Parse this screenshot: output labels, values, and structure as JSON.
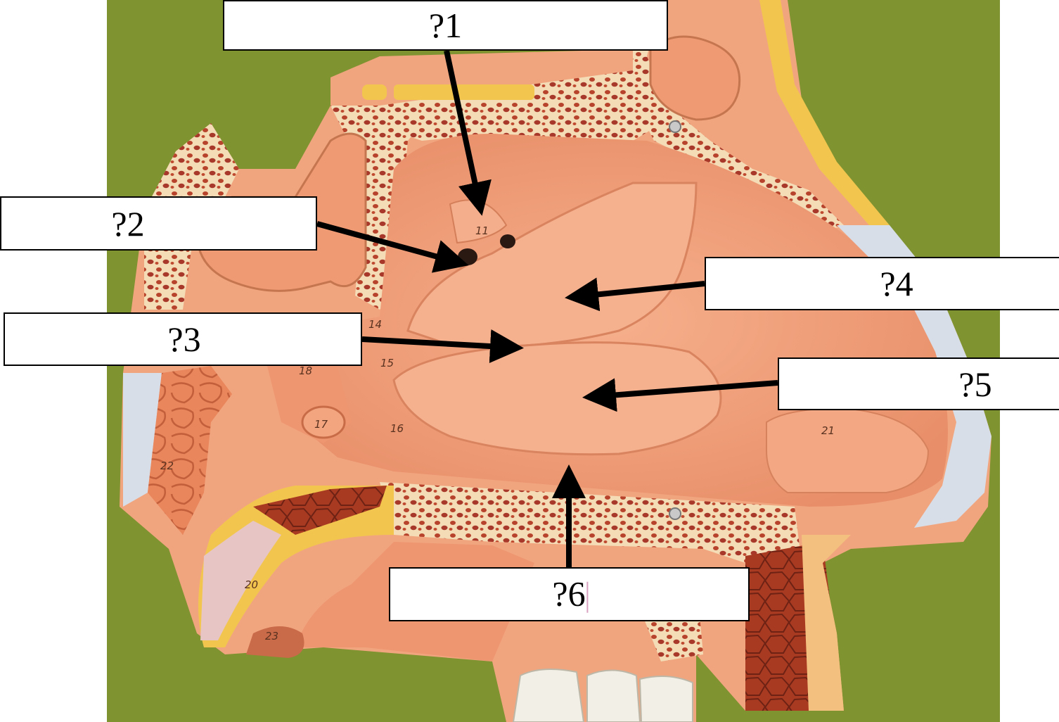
{
  "labels": {
    "q1": "?1",
    "q2": "?2",
    "q3": "?3",
    "q4": "?4",
    "q5": "?5",
    "q6": "?6"
  },
  "model_numbers": [
    "11",
    "14",
    "15",
    "16",
    "17",
    "18",
    "20",
    "21",
    "22",
    "23"
  ],
  "colors": {
    "background_green": "#7f9331",
    "tissue_salmon": "#f0a07a",
    "bone_cream": "#f3dcb6",
    "marrow_red": "#b8432c",
    "fat_yellow": "#f2c64e",
    "cartilage_blue": "#d8dee8",
    "arrow": "#000000"
  }
}
